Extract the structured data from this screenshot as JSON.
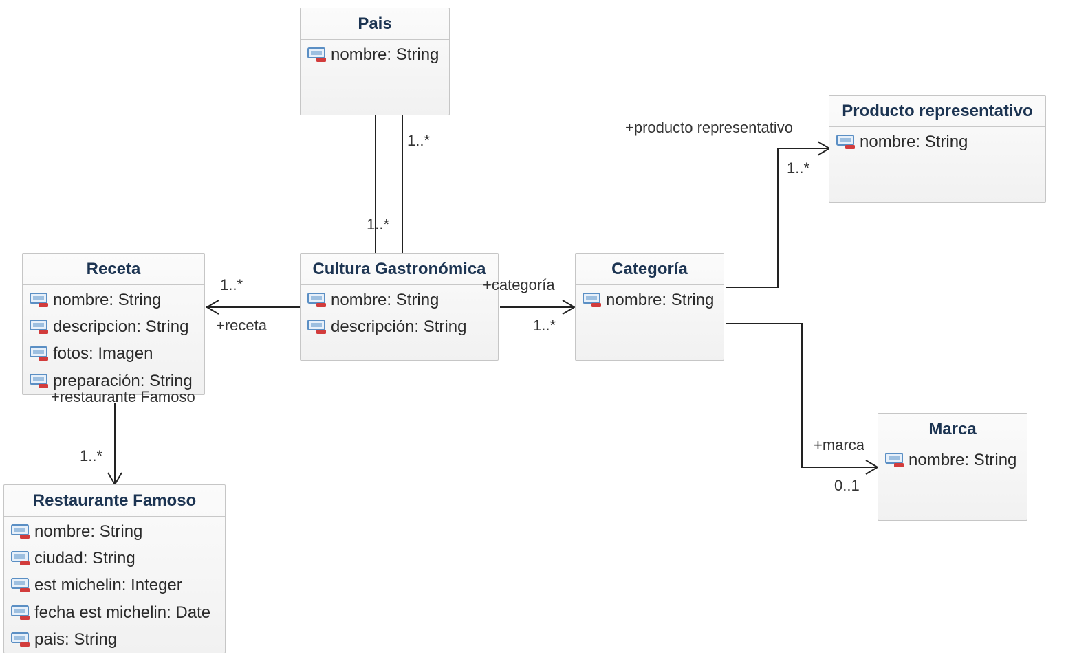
{
  "classes": {
    "pais": {
      "name": "Pais",
      "attributes": [
        "nombre: String"
      ]
    },
    "producto": {
      "name": "Producto representativo",
      "attributes": [
        "nombre: String"
      ]
    },
    "receta": {
      "name": "Receta",
      "attributes": [
        "nombre: String",
        "descripcion: String",
        "fotos: Imagen",
        "preparación: String"
      ]
    },
    "cultura": {
      "name": "Cultura Gastronómica",
      "attributes": [
        "nombre: String",
        "descripción: String"
      ]
    },
    "categoria": {
      "name": "Categoría",
      "attributes": [
        "nombre: String"
      ]
    },
    "marca": {
      "name": "Marca",
      "attributes": [
        "nombre: String"
      ]
    },
    "restaurante": {
      "name": "Restaurante Famoso",
      "attributes": [
        "nombre: String",
        "ciudad: String",
        "est michelin: Integer",
        "fecha est michelin: Date",
        "pais: String"
      ]
    }
  },
  "associations": {
    "pais_cultura": {
      "mult_pais_end": "1..*",
      "mult_cultura_end": "1..*"
    },
    "cultura_receta": {
      "role": "+receta",
      "multiplicity": "1..*"
    },
    "cultura_categoria": {
      "role": "+categoría",
      "multiplicity": "1..*"
    },
    "categoria_producto": {
      "role": "+producto representativo",
      "multiplicity": "1..*"
    },
    "categoria_marca": {
      "role": "+marca",
      "multiplicity": "0..1"
    },
    "receta_restaurante": {
      "role": "+restaurante Famoso",
      "multiplicity": "1..*"
    }
  },
  "colors": {
    "class_title": "#1c3452",
    "class_border": "#c6c6c6",
    "line": "#222222",
    "icon_blue": "#5b8fc4",
    "icon_red": "#d23c3c"
  },
  "icons": {
    "attribute": "attribute-icon"
  }
}
